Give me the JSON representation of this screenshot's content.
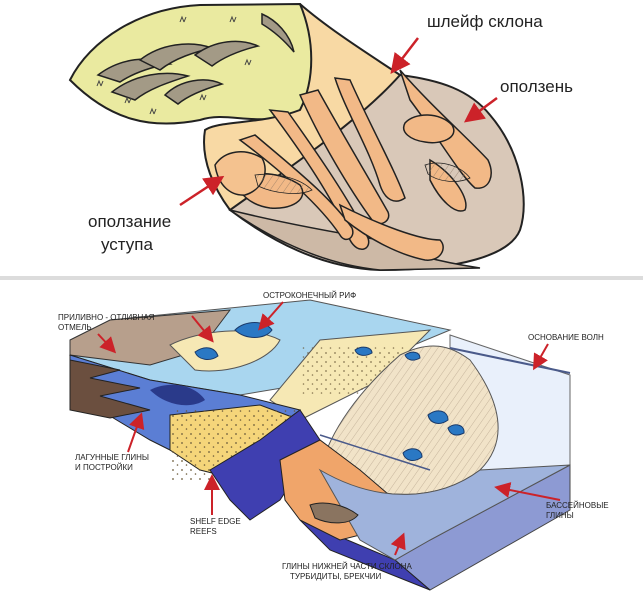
{
  "top_diagram": {
    "labels": {
      "slope_apron": "шлейф склона",
      "landslide": "оползень",
      "scarp_slump_line1": "оползание",
      "scarp_slump_line2": "уступа"
    },
    "colors": {
      "grass": "#eaeaa0",
      "sand": "#f8d9a4",
      "lobe": "#f2b987",
      "basin": "#d9c8b8",
      "arrow": "#cc2229"
    }
  },
  "bottom_diagram": {
    "labels": {
      "tidal_flat_line1": "ПРИЛИВНО - ОТЛИВНАЯ",
      "tidal_flat_line2": "ОТМЕЛЬ",
      "pinnacle_reef": "ОСТРОКОНЕЧНЫЙ РИФ",
      "wave_base": "ОСНОВАНИЕ ВОЛН",
      "lagoon_line1": "ЛАГУННЫЕ ГЛИНЫ",
      "lagoon_line2": "И ПОСТРОЙКИ",
      "shelf_edge_line1": "SHELF EDGE",
      "shelf_edge_line2": "REEFS",
      "basin_line1": "БАССЕЙНОВЫЕ",
      "basin_line2": "ГЛИНЫ",
      "lower_slope_line1": "ГЛИНЫ НИЖНЕЙ ЧАСТИ СКЛОНА",
      "lower_slope_line2": "ТУРБИДИТЫ, БРЕКЧИИ"
    },
    "colors": {
      "water": "#a9d6ef",
      "reef": "#2a78c4",
      "deep_blue": "#5b7ed4",
      "indigo": "#3f3fb0",
      "sand": "#f6e8b4",
      "orange": "#f0a56a",
      "brown_slab": "#b79f8c",
      "basin_side": "#8d9ad3",
      "arrow": "#cc2229"
    }
  }
}
